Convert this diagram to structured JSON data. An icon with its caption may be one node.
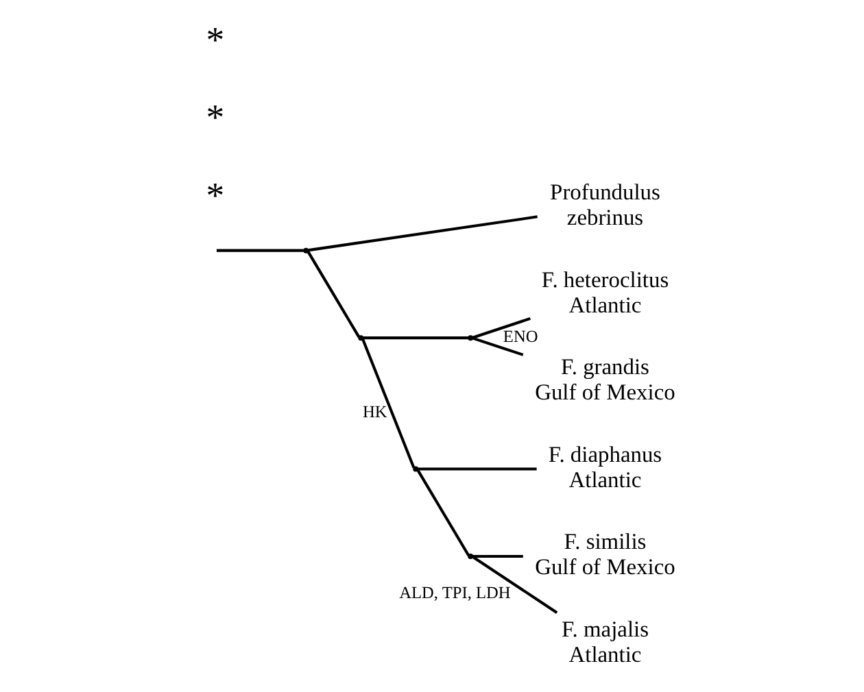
{
  "diagram": {
    "nodes": [
      {
        "text": [
          "F. heteroclitus",
          "Atlantic"
        ]
      },
      {
        "text": [
          "F. grandis",
          "Gulf of Mexico"
        ]
      },
      {
        "text": [
          "F. diaphanus",
          "Atlantic"
        ]
      },
      {
        "text": [
          "F. similis",
          "Gulf of Mexico"
        ]
      },
      {
        "text": [
          "F. majalis",
          "Atlantic"
        ]
      },
      {
        "text": [
          "Profundulus",
          "zebrinus"
        ]
      },
      {
        "text": [],
        "shape": "point"
      },
      {
        "text": [],
        "shape": "point"
      },
      {
        "text": [],
        "shape": "point"
      },
      {
        "text": [],
        "shape": "point"
      },
      {
        "text": [],
        "shape": "point"
      }
    ],
    "edges": [
      {
        "from": null,
        "to": 6,
        "arrow": "none"
      },
      {
        "from": 6,
        "to": 7,
        "arrow": "none"
      },
      {
        "from": 6,
        "to": 5,
        "arrow": "none"
      },
      {
        "from": 7,
        "to": 8,
        "arrow": "none"
      },
      {
        "from": 8,
        "to": 0,
        "arrow": "none",
        "label": "ENO"
      },
      {
        "from": 8,
        "to": 1,
        "arrow": "none"
      },
      {
        "from": 7,
        "to": 9,
        "arrow": "none",
        "label": "HK"
      },
      {
        "from": 9,
        "to": 2,
        "arrow": "none"
      },
      {
        "from": 9,
        "to": 10,
        "arrow": "none"
      },
      {
        "from": 10,
        "to": 3,
        "arrow": "none"
      },
      {
        "from": 10,
        "to": 4,
        "arrow": "none",
        "label": "ALD, TPI, LDH"
      }
    ],
    "labels": [
      "*",
      "*",
      "*"
    ]
  }
}
